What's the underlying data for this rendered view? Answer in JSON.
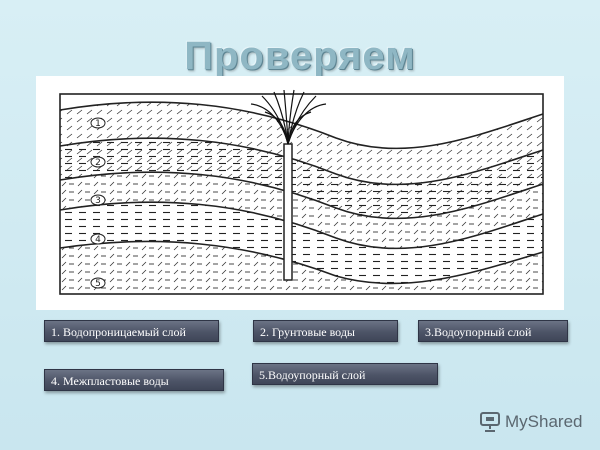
{
  "title": "Проверяем",
  "diagram": {
    "layer_numbers": [
      "1",
      "2",
      "3",
      "4",
      "5"
    ]
  },
  "labels": {
    "l1": "1. Водопроницаемый слой",
    "l2": "2. Грунтовые воды",
    "l3": "3.Водоупорный слой",
    "l4": "4. Межпластовые воды",
    "l5": "5.Водоупорный слой"
  },
  "brand": {
    "text": "MyShared",
    "icon": "presentation-icon"
  }
}
